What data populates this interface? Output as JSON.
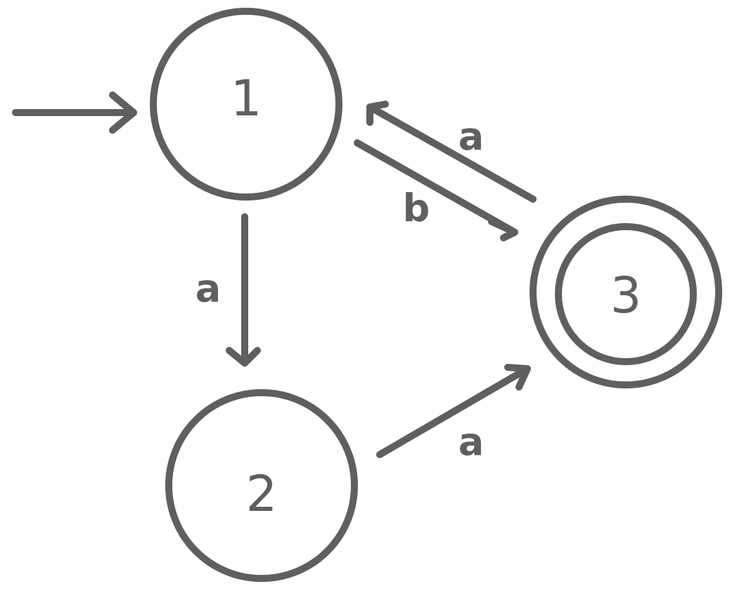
{
  "states": [
    {
      "id": "1",
      "label": "1",
      "initial": true,
      "accepting": false
    },
    {
      "id": "2",
      "label": "2",
      "initial": false,
      "accepting": false
    },
    {
      "id": "3",
      "label": "3",
      "initial": false,
      "accepting": true
    }
  ],
  "transitions": [
    {
      "from": "1",
      "to": "2",
      "label": "a"
    },
    {
      "from": "1",
      "to": "3",
      "label": "b"
    },
    {
      "from": "3",
      "to": "1",
      "label": "a"
    },
    {
      "from": "2",
      "to": "3",
      "label": "a"
    }
  ],
  "colors": {
    "stroke": "#5f5f5f",
    "background": "#ffffff"
  }
}
